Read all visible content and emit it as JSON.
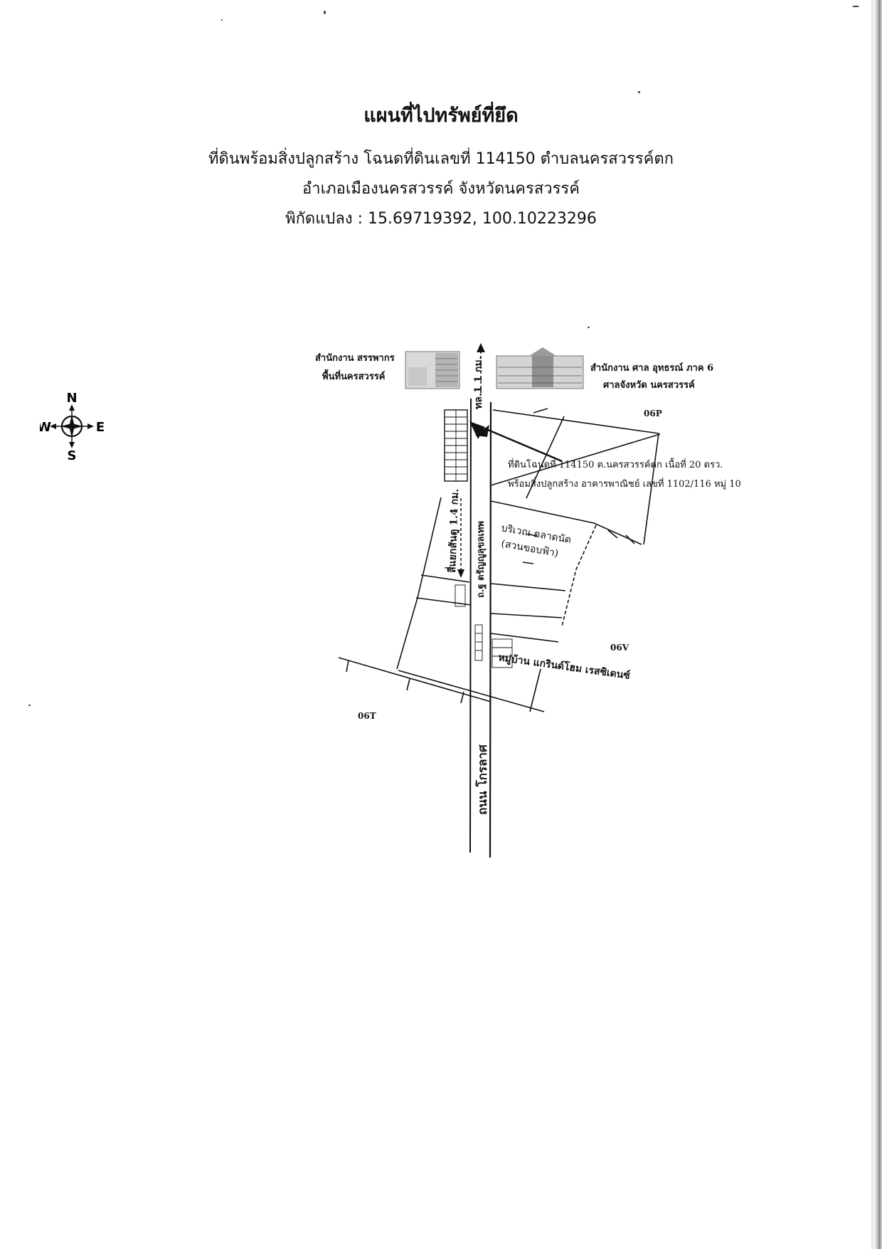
{
  "header": {
    "title": "แผนที่ไปทรัพย์ที่ยึด",
    "line1": "ที่ดินพร้อมสิ่งปลูกสร้าง โฉนดที่ดินเลขที่ 114150  ตำบลนครสวรรค์ตก",
    "line2": "อำเภอเมืองนครสวรรค์  จังหวัดนครสวรรค์",
    "line3": "พิกัดแปลง : 15.69719392, 100.10223296"
  },
  "compass": {
    "north": "N",
    "south": "S",
    "east": "E",
    "west": "W"
  },
  "map": {
    "revenue_office_line1": "สำนักงาน สรรพากร",
    "revenue_office_line2": "พื้นที่นครสวรรค์",
    "court_office_line1": "สำนักงาน ศาล อุทธรณ์ ภาค 6",
    "court_office_line2": "ศาลจังหวัด นครสวรรค์",
    "zone_06p": "06P",
    "zone_06v": "06V",
    "zone_06t": "06T",
    "distance_north": "ทล.1  1 กม.",
    "parcel_line1": "ที่ดินโฉนดที่ 114150 ต.นครสวรรค์ตก เนื้อที่ 20 ตรว.",
    "parcel_line2": "พร้อมสิ่งปลูกสร้าง อาคารพาณิชย์ เลขที่ 1102/116 หมู่ 10",
    "junction_label": "สี่แยกสันตู 1.4 กม.",
    "side_road_label": "ถ.ฐ ตรัญญูลุขลเทพ",
    "market_line1": "บริเวณ ตลาดนัด",
    "market_line2": "(สวนขอบฟ้า)",
    "village_label": "หมู่บ้าน แกรินด์โฮม เรสซิเดนซ์",
    "main_road_label": "ถนน โกรลาศ"
  }
}
